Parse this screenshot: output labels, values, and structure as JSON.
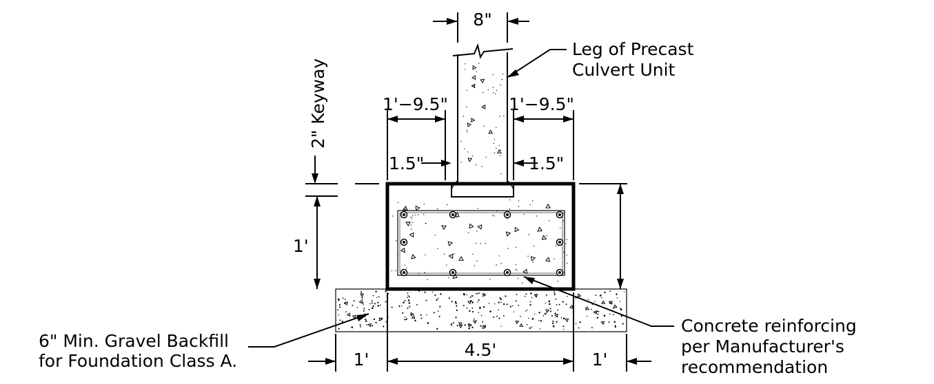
{
  "labels": {
    "dim_leg_width": "8\"",
    "leg_line1": "Leg of Precast",
    "leg_line2": "Culvert Unit",
    "keyway": "2\" Keyway",
    "dim_left_top": "1'−9.5\"",
    "dim_right_top": "1'−9.5\"",
    "dim_left_inner": "1.5\"",
    "dim_right_inner": "1.5\"",
    "dim_depth": "1'",
    "dim_bottom_left": "1'",
    "dim_bottom_mid": "4.5'",
    "dim_bottom_right": "1'",
    "gravel_line1": "6\" Min. Gravel Backfill",
    "gravel_line2": "for Foundation Class A.",
    "rebar_line1": "Concrete reinforcing",
    "rebar_line2": "per Manufacturer's",
    "rebar_line3": "recommendation"
  }
}
